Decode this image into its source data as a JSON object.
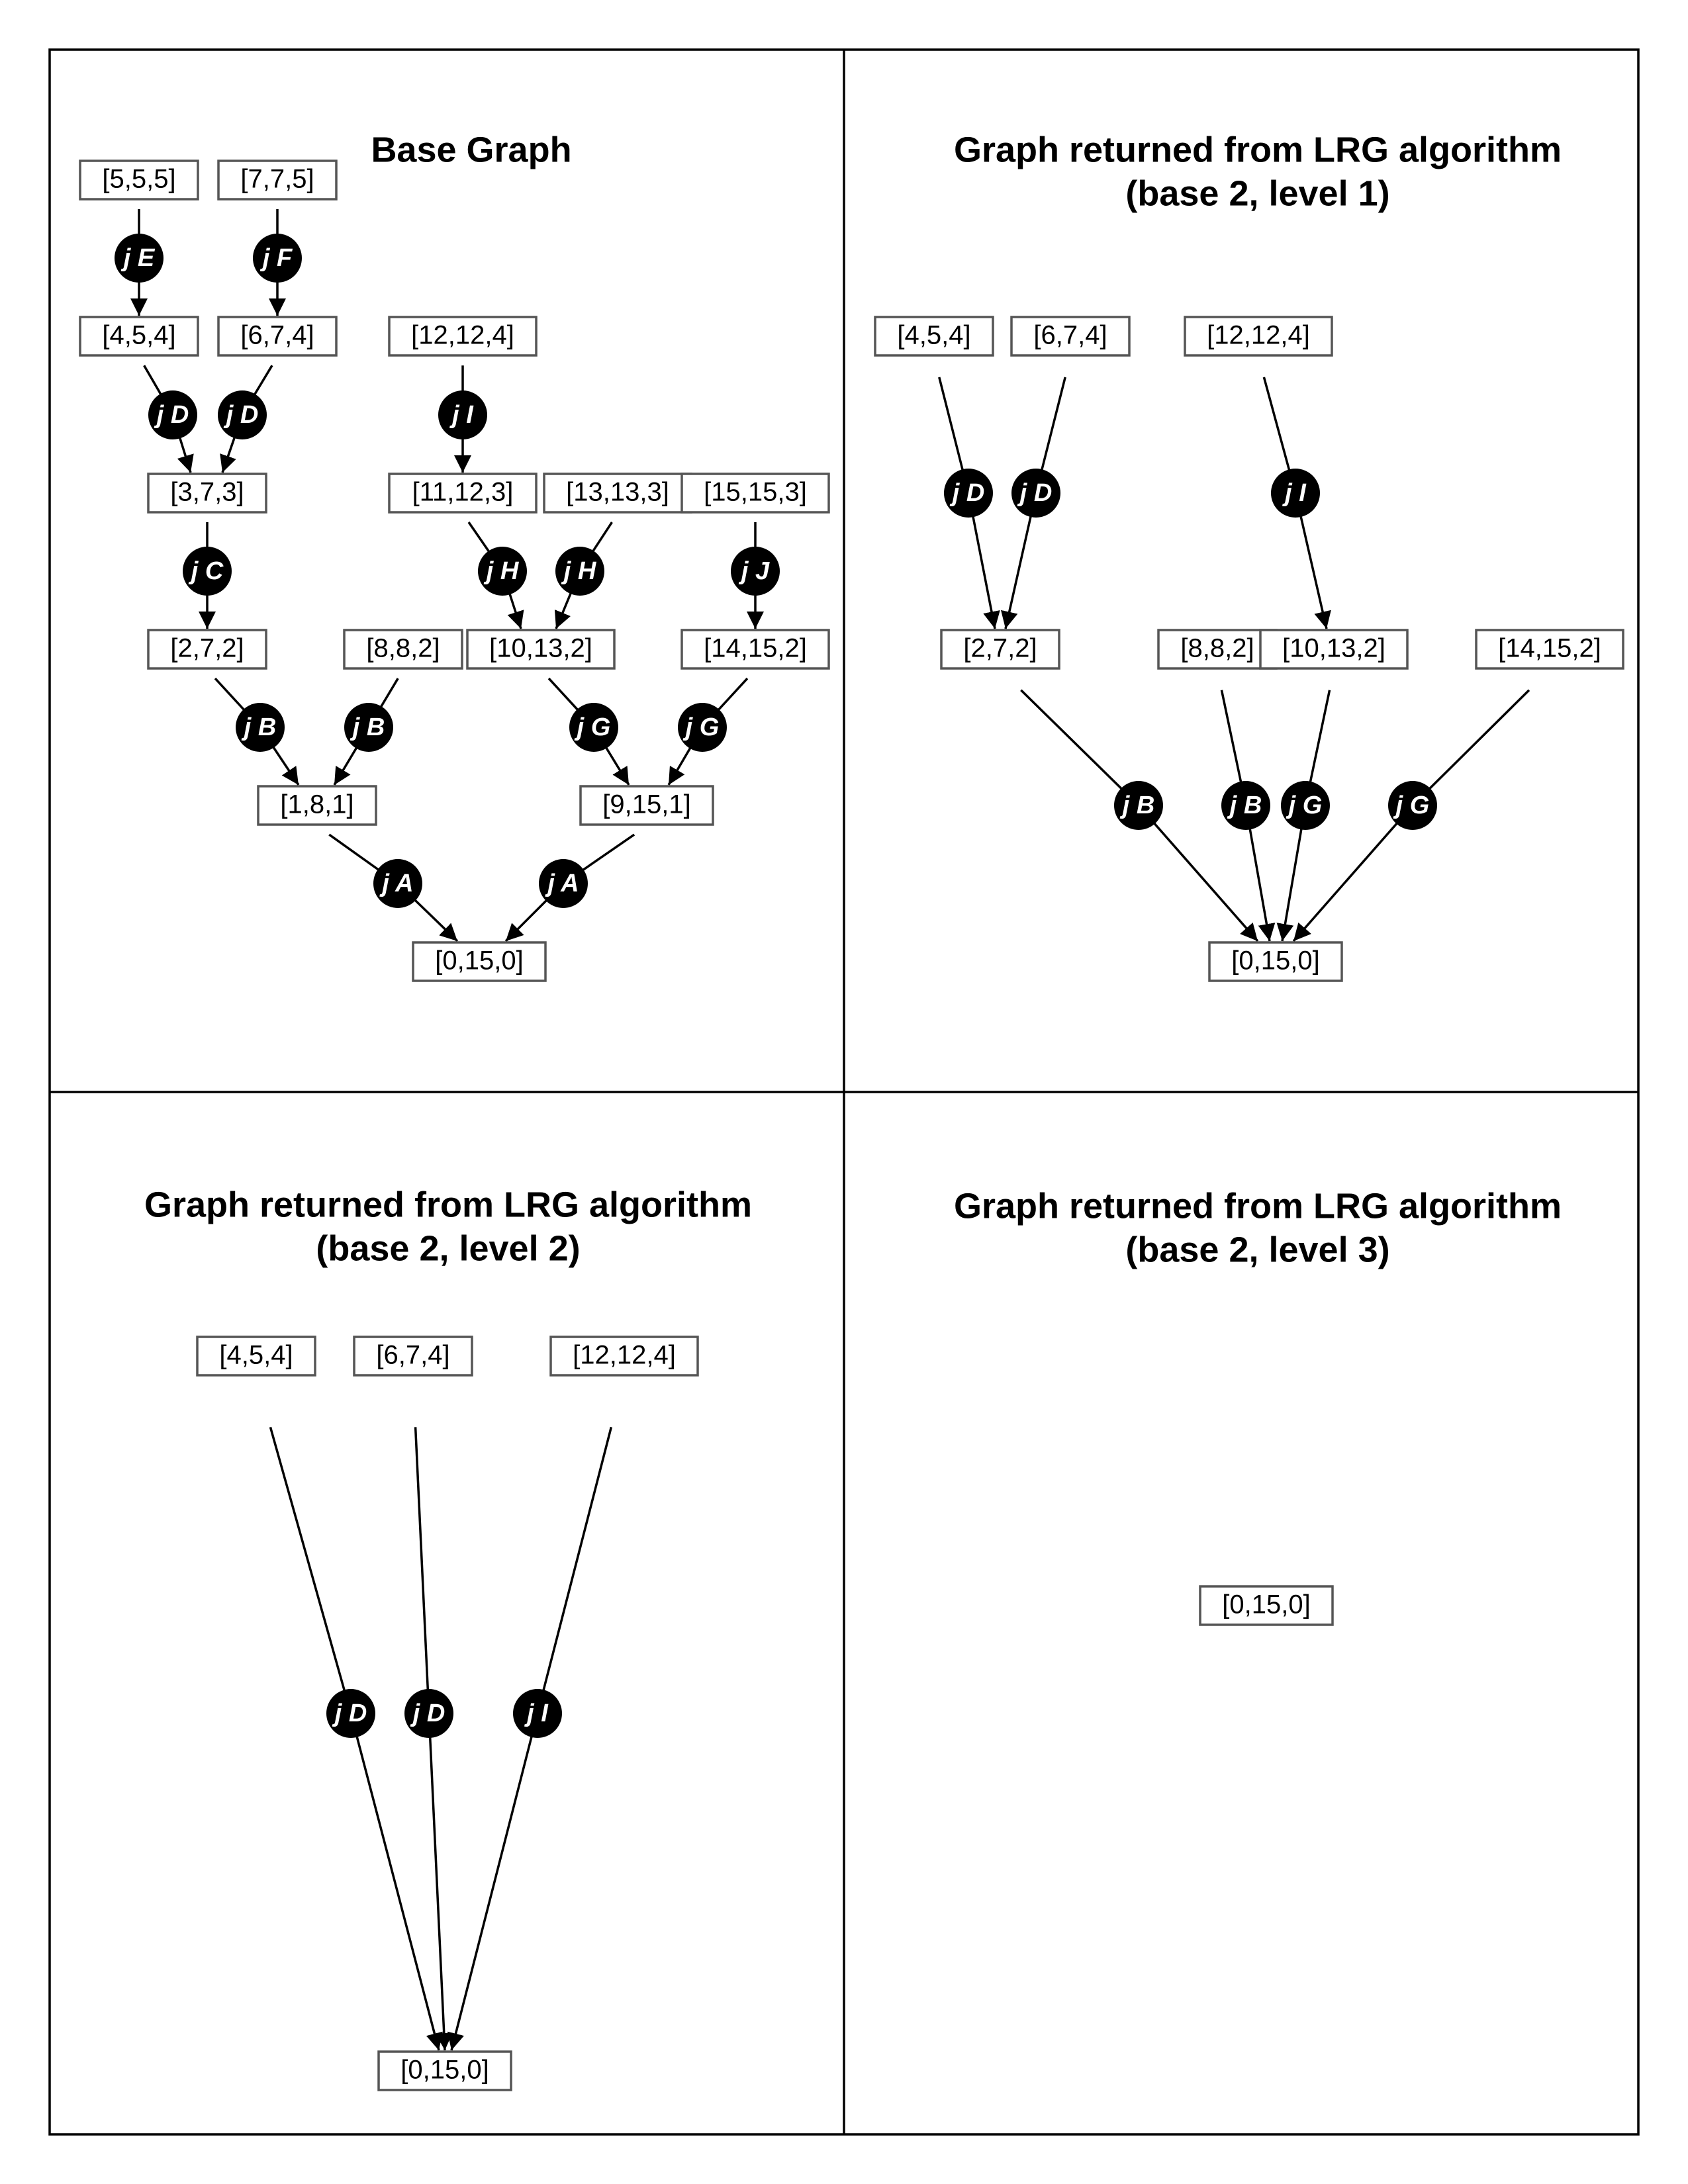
{
  "panels": [
    {
      "id": "base-graph",
      "title_lines": [
        "Base Graph"
      ],
      "nodes": [
        {
          "id": "n555",
          "label": "[5,5,5]"
        },
        {
          "id": "n775",
          "label": "[7,7,5]"
        },
        {
          "id": "n454",
          "label": "[4,5,4]"
        },
        {
          "id": "n674",
          "label": "[6,7,4]"
        },
        {
          "id": "n12124",
          "label": "[12,12,4]"
        },
        {
          "id": "n373",
          "label": "[3,7,3]"
        },
        {
          "id": "n11123",
          "label": "[11,12,3]"
        },
        {
          "id": "n13133",
          "label": "[13,13,3]"
        },
        {
          "id": "n15153",
          "label": "[15,15,3]"
        },
        {
          "id": "n272",
          "label": "[2,7,2]"
        },
        {
          "id": "n882",
          "label": "[8,8,2]"
        },
        {
          "id": "n10132",
          "label": "[10,13,2]"
        },
        {
          "id": "n14152",
          "label": "[14,15,2]"
        },
        {
          "id": "n181",
          "label": "[1,8,1]"
        },
        {
          "id": "n9151",
          "label": "[9,15,1]"
        },
        {
          "id": "n0150",
          "label": "[0,15,0]"
        }
      ],
      "edges": [
        {
          "from": "n555",
          "to": "n454",
          "junction": "j E"
        },
        {
          "from": "n775",
          "to": "n674",
          "junction": "j F"
        },
        {
          "from": "n454",
          "to": "n373",
          "junction": "j D"
        },
        {
          "from": "n674",
          "to": "n373",
          "junction": "j D"
        },
        {
          "from": "n12124",
          "to": "n11123",
          "junction": "j I"
        },
        {
          "from": "n373",
          "to": "n272",
          "junction": "j C"
        },
        {
          "from": "n11123",
          "to": "n10132",
          "junction": "j H"
        },
        {
          "from": "n13133",
          "to": "n10132",
          "junction": "j H"
        },
        {
          "from": "n15153",
          "to": "n14152",
          "junction": "j J"
        },
        {
          "from": "n272",
          "to": "n181",
          "junction": "j B"
        },
        {
          "from": "n882",
          "to": "n181",
          "junction": "j B"
        },
        {
          "from": "n10132",
          "to": "n9151",
          "junction": "j G"
        },
        {
          "from": "n14152",
          "to": "n9151",
          "junction": "j G"
        },
        {
          "from": "n181",
          "to": "n0150",
          "junction": "j A"
        },
        {
          "from": "n9151",
          "to": "n0150",
          "junction": "j A"
        }
      ]
    },
    {
      "id": "level-1",
      "title_lines": [
        "Graph returned from LRG algorithm",
        "(base 2, level 1)"
      ],
      "nodes": [
        {
          "id": "n454",
          "label": "[4,5,4]"
        },
        {
          "id": "n674",
          "label": "[6,7,4]"
        },
        {
          "id": "n12124",
          "label": "[12,12,4]"
        },
        {
          "id": "n272",
          "label": "[2,7,2]"
        },
        {
          "id": "n882",
          "label": "[8,8,2]"
        },
        {
          "id": "n10132",
          "label": "[10,13,2]"
        },
        {
          "id": "n14152",
          "label": "[14,15,2]"
        },
        {
          "id": "n0150",
          "label": "[0,15,0]"
        }
      ],
      "edges": [
        {
          "from": "n454",
          "to": "n272",
          "junction": "j D"
        },
        {
          "from": "n674",
          "to": "n272",
          "junction": "j D"
        },
        {
          "from": "n12124",
          "to": "n10132",
          "junction": "j I"
        },
        {
          "from": "n272",
          "to": "n0150",
          "junction": "j B"
        },
        {
          "from": "n882",
          "to": "n0150",
          "junction": "j B"
        },
        {
          "from": "n10132",
          "to": "n0150",
          "junction": "j G"
        },
        {
          "from": "n14152",
          "to": "n0150",
          "junction": "j G"
        }
      ]
    },
    {
      "id": "level-2",
      "title_lines": [
        "Graph returned from LRG algorithm",
        "(base 2, level 2)"
      ],
      "nodes": [
        {
          "id": "n454",
          "label": "[4,5,4]"
        },
        {
          "id": "n674",
          "label": "[6,7,4]"
        },
        {
          "id": "n12124",
          "label": "[12,12,4]"
        },
        {
          "id": "n0150",
          "label": "[0,15,0]"
        }
      ],
      "edges": [
        {
          "from": "n454",
          "to": "n0150",
          "junction": "j D"
        },
        {
          "from": "n674",
          "to": "n0150",
          "junction": "j D"
        },
        {
          "from": "n12124",
          "to": "n0150",
          "junction": "j I"
        }
      ]
    },
    {
      "id": "level-3",
      "title_lines": [
        "Graph returned from LRG algorithm",
        "(base 2, level 3)"
      ],
      "nodes": [
        {
          "id": "n0150",
          "label": "[0,15,0]"
        }
      ],
      "edges": []
    }
  ]
}
